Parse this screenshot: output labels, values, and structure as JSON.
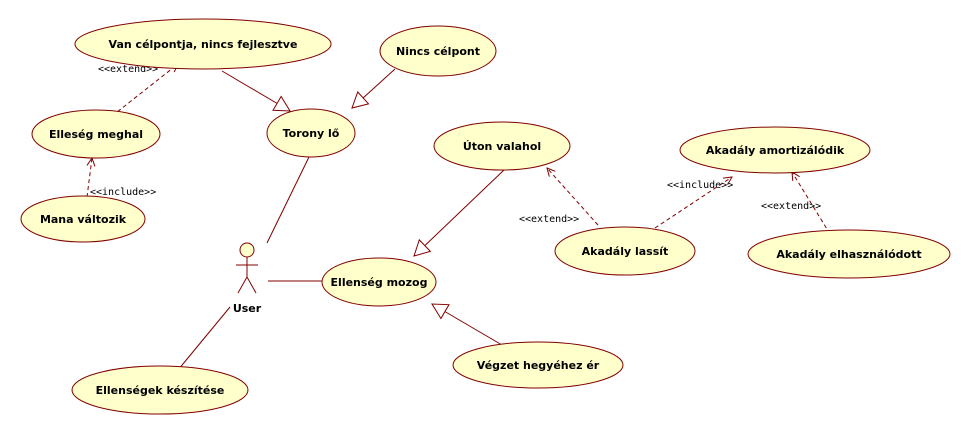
{
  "colors": {
    "ellipse_fill": "#FFFFCC",
    "stroke": "#800000",
    "background": "#FFFFFF"
  },
  "actor": {
    "label": "User"
  },
  "use_cases": {
    "van_celpontja": "Van célpontja, nincs fejlesztve",
    "nincs_celpont": "Nincs célpont",
    "elleseg_meghal": "Elleség meghal",
    "torony_lo": "Torony lő",
    "mana_valtozik": "Mana változik",
    "uton_valahol": "Úton valahol",
    "akadaly_amortizalodik": "Akadály amortizálódik",
    "akadaly_lassit": "Akadály lassít",
    "akadaly_elhasznalodott": "Akadály elhasználódott",
    "elleseg_mozog": "Ellenség mozog",
    "vegzet_hegyehez": "Végzet hegyéhez ér",
    "ellensegek_keszitese": "Ellenségek készítése"
  },
  "stereotypes": {
    "extend_1": "<<extend>>",
    "include_1": "<<include>>",
    "include_2": "<<include>>",
    "extend_2": "<<extend>>",
    "extend_3": "<<extend>>"
  }
}
